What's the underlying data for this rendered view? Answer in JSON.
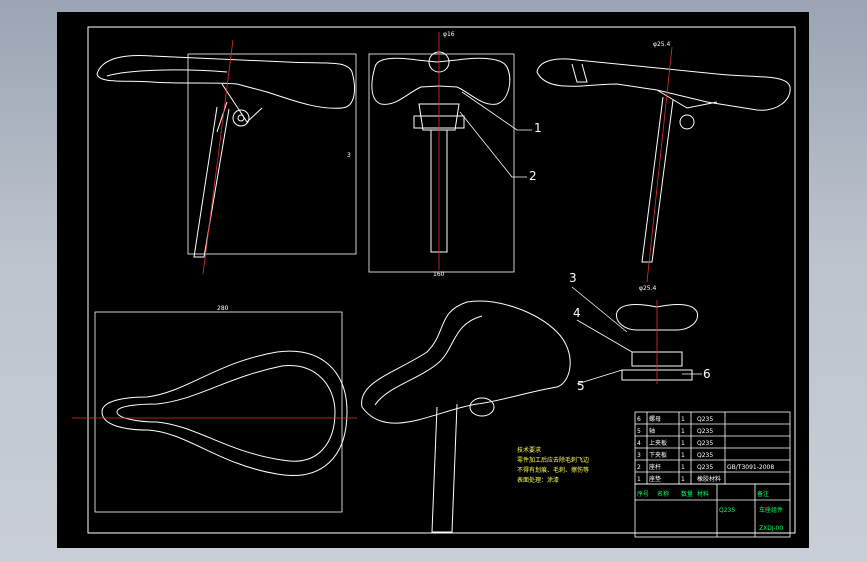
{
  "drawing": {
    "leaders": [
      "1",
      "2",
      "3",
      "4",
      "5",
      "6"
    ],
    "bom_rows": [
      {
        "no": "6",
        "name": "螺母",
        "qty": "1",
        "material": "Q235",
        "note": ""
      },
      {
        "no": "5",
        "name": "轴",
        "qty": "1",
        "material": "Q235",
        "note": ""
      },
      {
        "no": "4",
        "name": "上夹板",
        "qty": "1",
        "material": "Q235",
        "note": ""
      },
      {
        "no": "3",
        "name": "下夹板",
        "qty": "1",
        "material": "Q235",
        "note": ""
      },
      {
        "no": "2",
        "name": "座杆",
        "qty": "1",
        "material": "Q235",
        "note": "GB/T3091-2008"
      },
      {
        "no": "1",
        "name": "座垫",
        "qty": "1",
        "material": "橡胶材料",
        "note": ""
      }
    ],
    "bom_header": [
      "序号",
      "名称",
      "数量",
      "材料",
      "备注"
    ],
    "tech_title": "技术要求",
    "tech_lines": [
      "零件加工后应去除毛刺飞边",
      "不得有划痕、毛刺、擦伤等",
      "表面处理：涂漆"
    ],
    "title_material": "Q235",
    "title_name": "车座组件",
    "title_code": "ZXDJ-00",
    "dims": {
      "top_mid": "φ16",
      "right_top": "φ25.4",
      "side_mid": "3",
      "bottom_mid": "160",
      "plan_top": "280",
      "right_lower": "φ25.4"
    }
  }
}
